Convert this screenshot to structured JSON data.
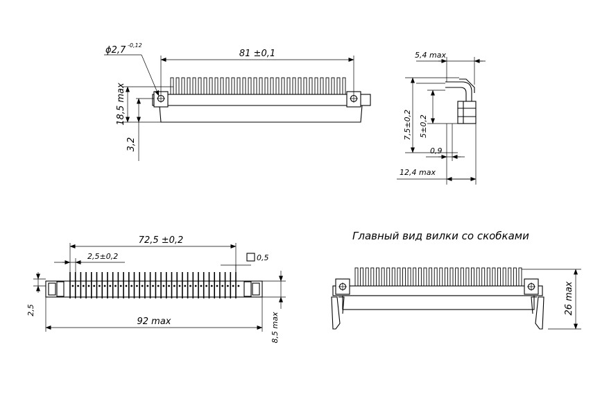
{
  "caption": "Главный вид вилки со скобками",
  "top_view": {
    "hole_dim": "ϕ2,7",
    "hole_tol": "-0,12",
    "width_dim": "81 ±0,1",
    "height_dim": "18,5 max",
    "offset_dim": "3,2"
  },
  "side_view": {
    "dim_a": "5,4 max",
    "dim_b": "7,5±0,2",
    "dim_c": "5±0,2",
    "dim_d": "0,9",
    "dim_e": "12,4 max"
  },
  "bottom_view": {
    "span_dim": "72,5 ±0,2",
    "pitch_dim": "2,5±0,2",
    "flatness_dim": "0,5",
    "row_dim": "2,5",
    "total_dim": "92 max",
    "depth_dim": "8,5 max"
  },
  "front_view": {
    "height_dim": "26 max"
  }
}
